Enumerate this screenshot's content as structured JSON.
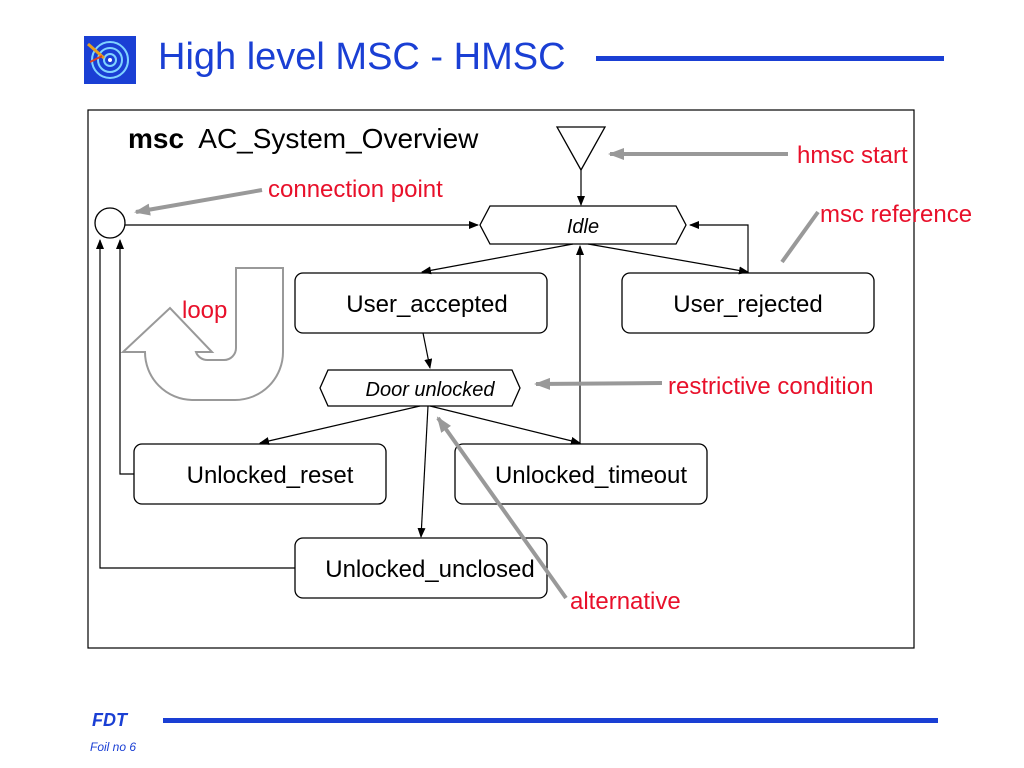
{
  "slide": {
    "title": "High level MSC - HMSC",
    "footer_title": "FDT",
    "footer_foil": "Foil no 6"
  },
  "diagram": {
    "msc_keyword": "msc",
    "msc_name": "AC_System_Overview",
    "conditions": {
      "idle": "Idle",
      "door_unlocked": "Door unlocked"
    },
    "references": {
      "user_accepted": "User_accepted",
      "user_rejected": "User_rejected",
      "unlocked_reset": "Unlocked_reset",
      "unlocked_timeout": "Unlocked_timeout",
      "unlocked_unclosed": "Unlocked_unclosed"
    },
    "annotations": {
      "hmsc_start": "hmsc start",
      "connection_point": "connection point",
      "msc_reference": "msc reference",
      "loop": "loop",
      "restrictive_condition": "restrictive condition",
      "alternative": "alternative"
    }
  },
  "colors": {
    "title_blue": "#1a3fd4",
    "annotation_red": "#e8102a",
    "annotation_arrow_gray": "#999999"
  }
}
